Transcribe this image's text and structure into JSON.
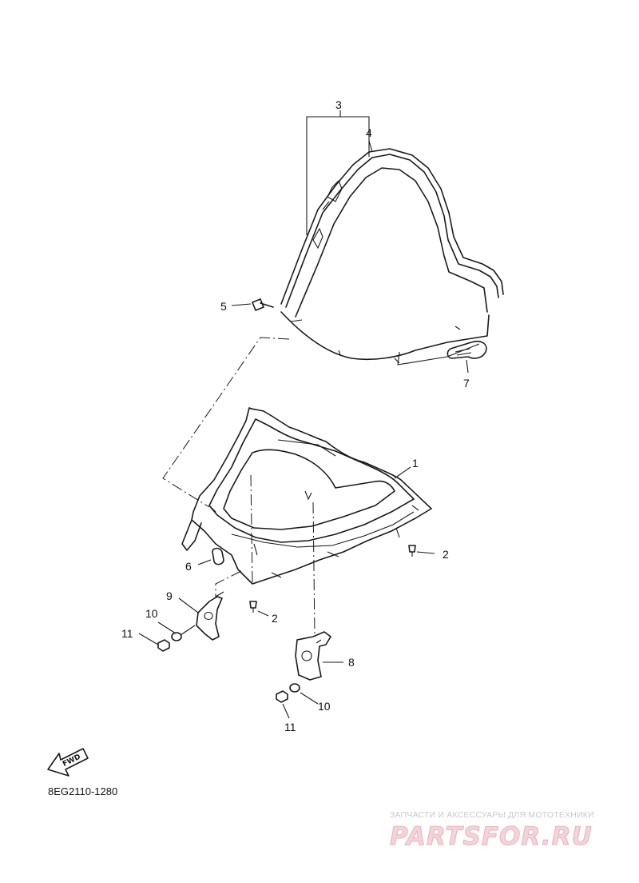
{
  "diagram": {
    "part_code": "8EG2110-1280",
    "fwd_label": "FWD",
    "callouts": [
      {
        "id": "c3",
        "label": "3"
      },
      {
        "id": "c4",
        "label": "4"
      },
      {
        "id": "c5",
        "label": "5"
      },
      {
        "id": "c7",
        "label": "7"
      },
      {
        "id": "c1",
        "label": "1"
      },
      {
        "id": "c6",
        "label": "6"
      },
      {
        "id": "c2a",
        "label": "2"
      },
      {
        "id": "c2b",
        "label": "2"
      },
      {
        "id": "c9",
        "label": "9"
      },
      {
        "id": "c10a",
        "label": "10"
      },
      {
        "id": "c11a",
        "label": "11"
      },
      {
        "id": "c8",
        "label": "8"
      },
      {
        "id": "c10b",
        "label": "10"
      },
      {
        "id": "c11b",
        "label": "11"
      }
    ]
  },
  "watermark": {
    "subtitle": "ЗАПЧАСТИ И АКСЕССУАРЫ ДЛЯ МОТОТЕХНИКИ",
    "brand": "PARTSFOR.RU"
  },
  "colors": {
    "line": "#1a1a1a",
    "watermark_fill": "#f4d4d8",
    "watermark_stroke": "#e8b3ba"
  }
}
